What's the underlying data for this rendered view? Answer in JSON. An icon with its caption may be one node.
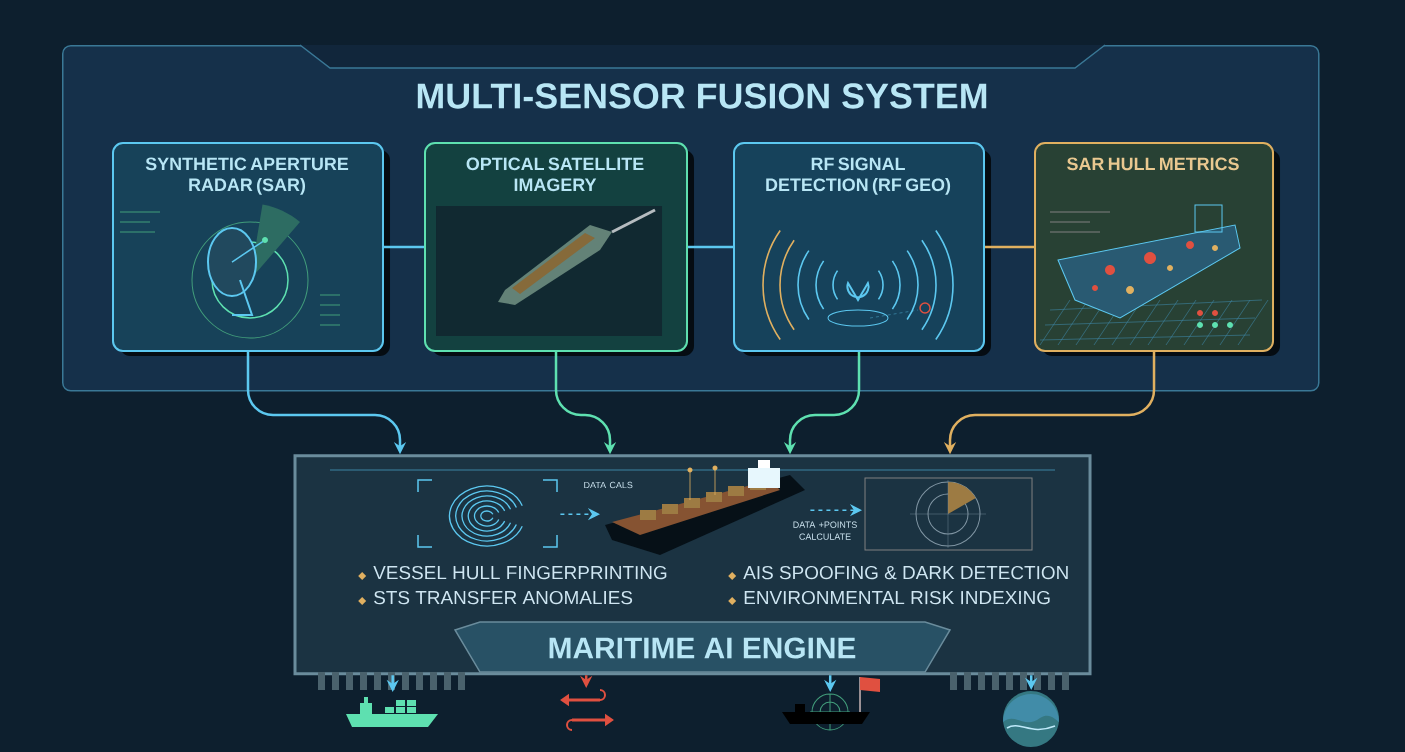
{
  "diagram": {
    "nodes": [
      {
        "text": [
          "MULTI-SENSOR FUSION SYSTEM"
        ]
      },
      {
        "text": [
          "SYNTHETIC APERTURE RADAR (SAR)"
        ],
        "in": 0
      },
      {
        "text": [
          "OPTICAL SATELLITE IMAGERY"
        ],
        "in": 0
      },
      {
        "text": [
          "RF SIGNAL DETECTION (RF GEO)"
        ],
        "in": 0
      },
      {
        "text": [
          "SAR HULL METRICS"
        ],
        "in": 0
      },
      {
        "text": [
          "VESSEL HULL FINGERPRINTING",
          "AIS SPOOFING & DARK DETECTION",
          "STS TRANSFER ANOMALIES",
          "ENVIRONMENTAL RISK INDEXING",
          "MARITIME AI ENGINE"
        ]
      },
      {
        "text": [],
        "shape": "picture",
        "in": 5
      },
      {
        "text": [],
        "shape": "picture",
        "in": 5
      },
      {
        "text": [],
        "shape": "picture",
        "in": 5
      },
      {
        "text": [],
        "shape": "picture"
      },
      {
        "text": [],
        "shape": "picture"
      },
      {
        "text": [],
        "shape": "picture"
      },
      {
        "text": [],
        "shape": "picture"
      }
    ],
    "edges": [
      {
        "from": 1,
        "to": 2,
        "arrow": "none"
      },
      {
        "from": 2,
        "to": 3,
        "arrow": "none"
      },
      {
        "from": 3,
        "to": 4,
        "arrow": "none",
        "color": "#e0b060"
      },
      {
        "from": 1,
        "to": 5,
        "arrow": "to"
      },
      {
        "from": 2,
        "to": 5,
        "arrow": "to",
        "color": "#5ee0b0"
      },
      {
        "from": 3,
        "to": 5,
        "arrow": "to",
        "color": "#5ee0b0"
      },
      {
        "from": 4,
        "to": 5,
        "arrow": "to",
        "color": "#e0b060"
      },
      {
        "from": 6,
        "to": 7,
        "arrow": "to",
        "style": "dashed"
      },
      {
        "from": 7,
        "to": 8,
        "arrow": "to",
        "style": "dashed"
      },
      {
        "from": 5,
        "to": 9,
        "arrow": "to"
      },
      {
        "from": 5,
        "to": 10,
        "arrow": "to",
        "color": "#e05040"
      },
      {
        "from": 5,
        "to": 11,
        "arrow": "to"
      },
      {
        "from": 5,
        "to": 12,
        "arrow": "to"
      }
    ],
    "labels": [
      "DATA CALS",
      "DATA +POINTS CALCULATE"
    ]
  }
}
